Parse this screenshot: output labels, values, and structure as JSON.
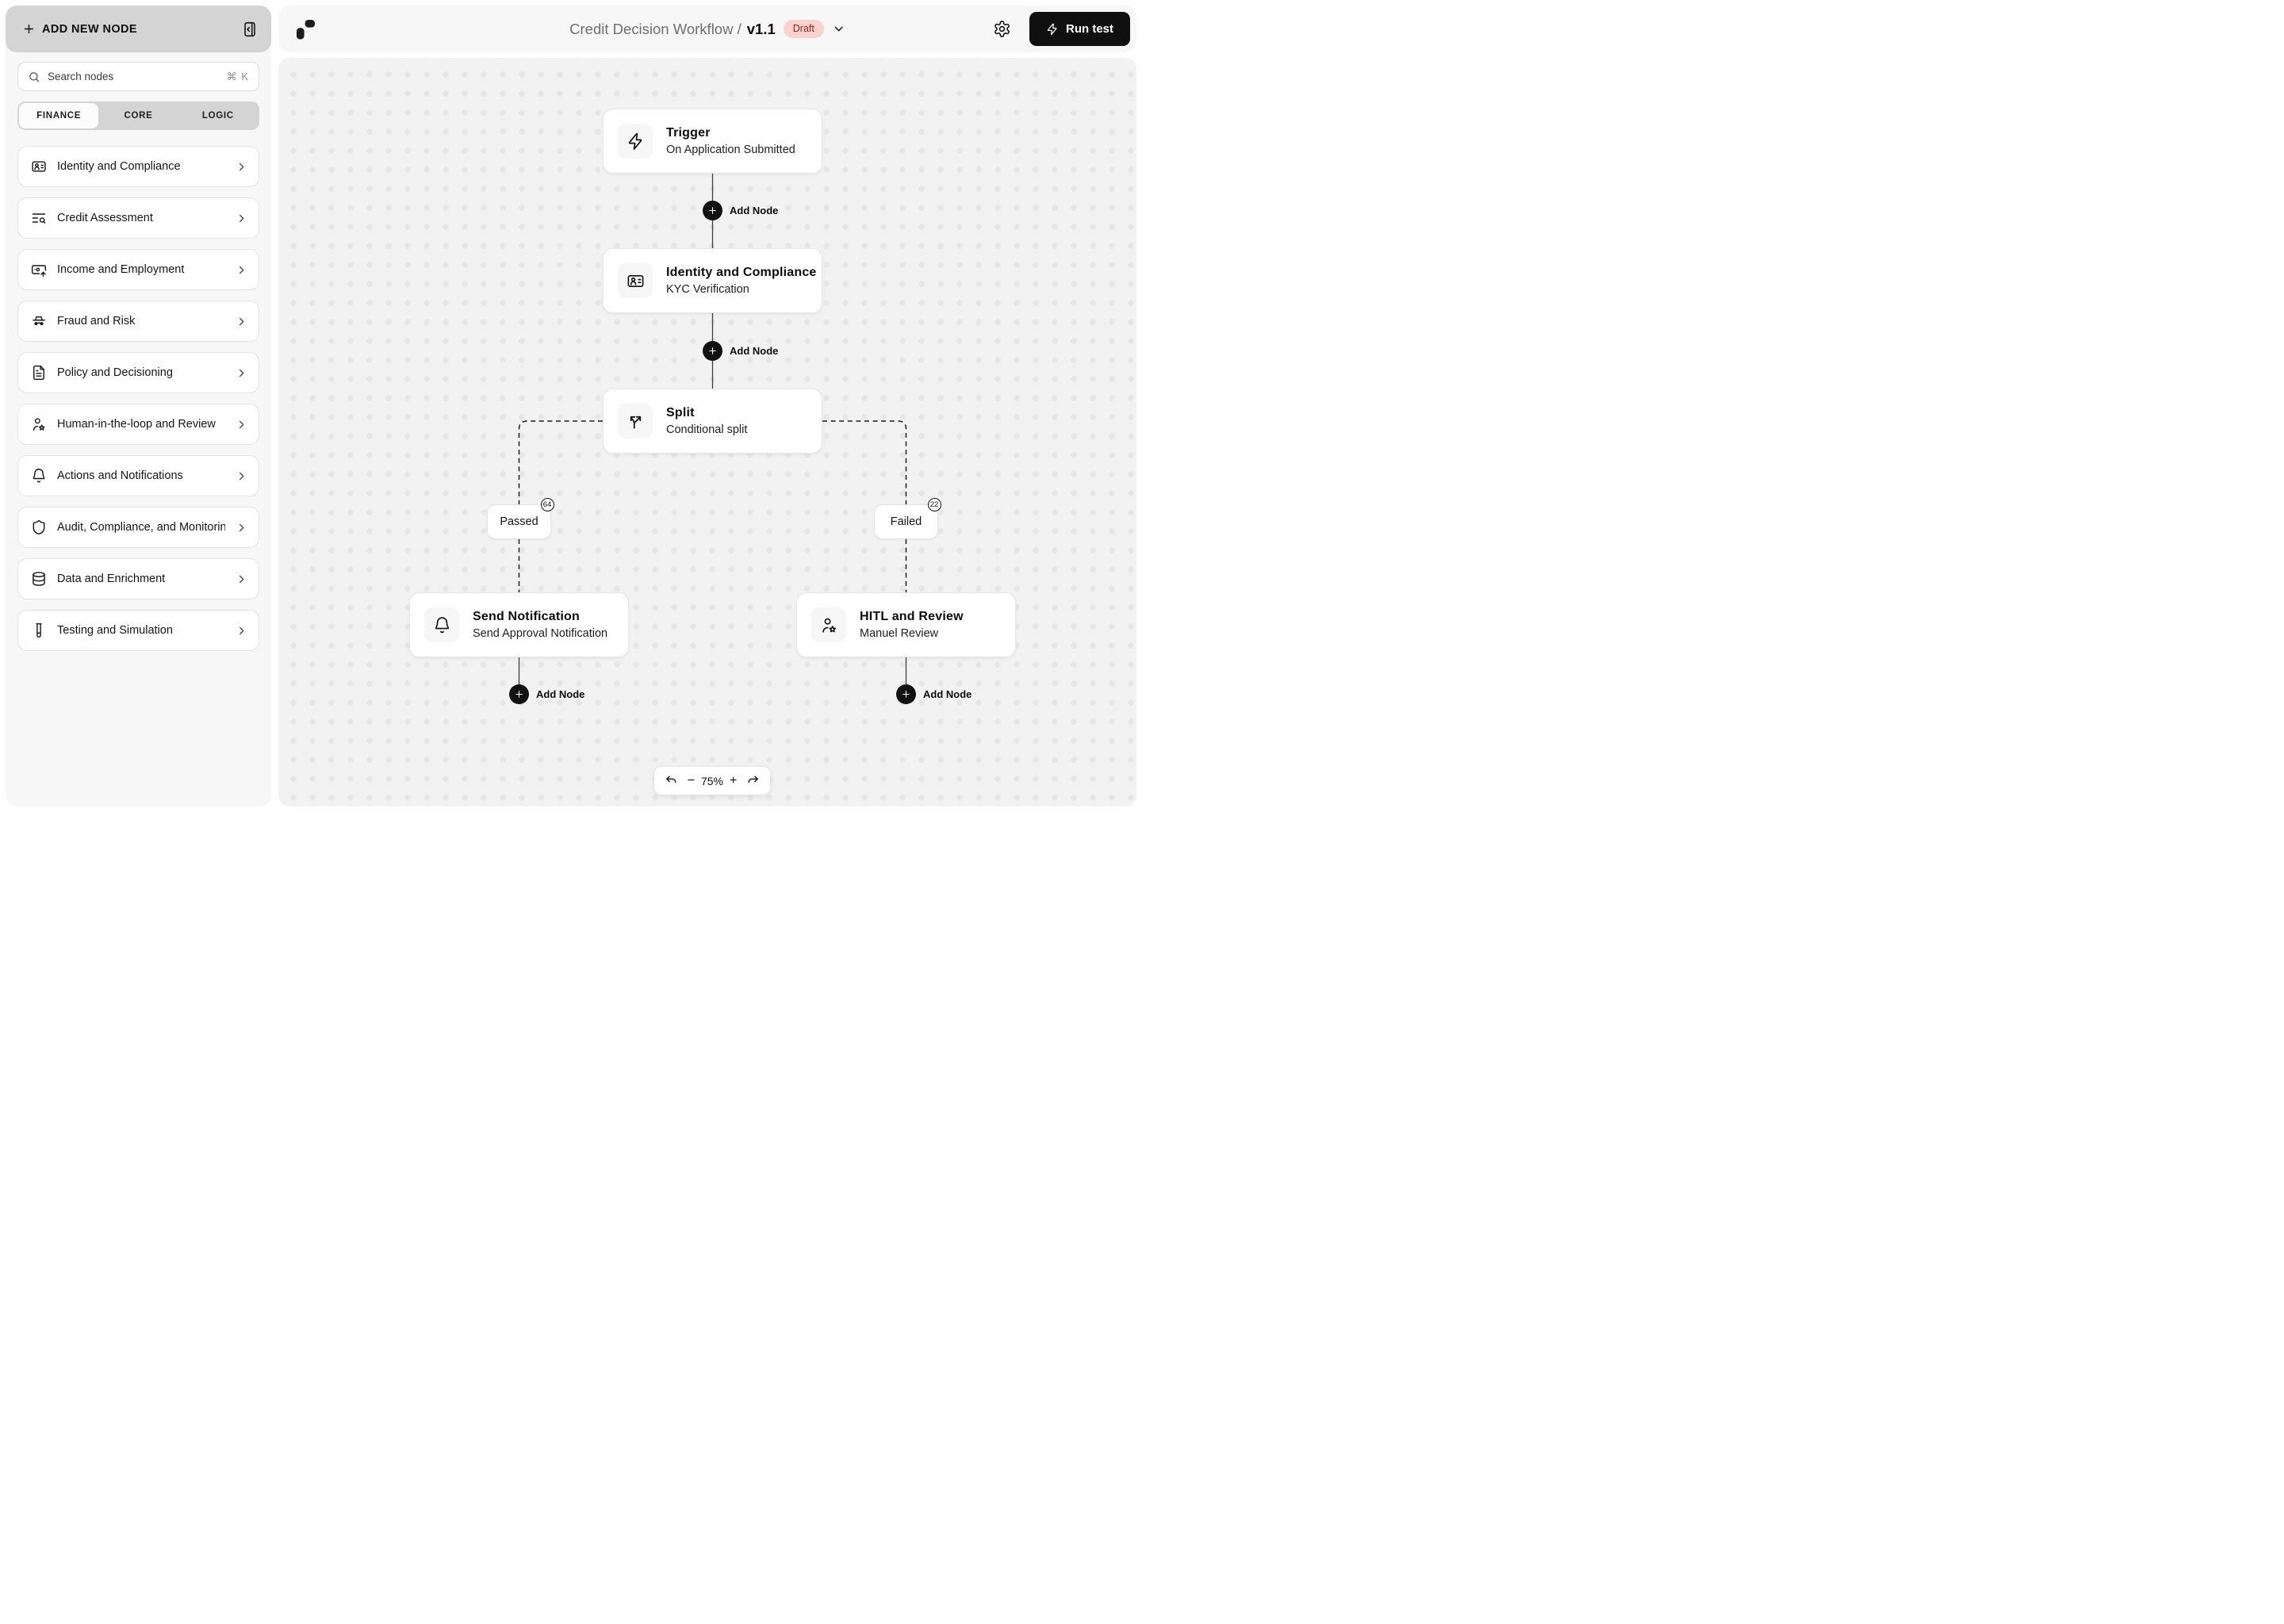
{
  "header": {
    "title_prefix": "Credit Decision Workflow /",
    "version": "v1.1",
    "status": "Draft",
    "run_test": "Run test"
  },
  "sidebar": {
    "title": "ADD NEW NODE",
    "search_placeholder": "Search nodes",
    "search_shortcut": "⌘ K",
    "tabs": [
      {
        "label": "FINANCE",
        "active": true
      },
      {
        "label": "CORE",
        "active": false
      },
      {
        "label": "LOGIC",
        "active": false
      }
    ],
    "items": [
      {
        "label": "Identity and Compliance",
        "icon": "id-card-icon"
      },
      {
        "label": "Credit Assessment",
        "icon": "text-search-icon"
      },
      {
        "label": "Income and Employment",
        "icon": "banknote-arrow-up-icon"
      },
      {
        "label": "Fraud and Risk",
        "icon": "incognito-icon"
      },
      {
        "label": "Policy and Decisioning",
        "icon": "file-text-icon"
      },
      {
        "label": "Human-in-the-loop and Review",
        "icon": "user-star-icon"
      },
      {
        "label": "Actions and Notifications",
        "icon": "bell-icon"
      },
      {
        "label": "Audit, Compliance, and Monitoring",
        "icon": "shield-icon"
      },
      {
        "label": "Data and Enrichment",
        "icon": "database-icon"
      },
      {
        "label": "Testing and Simulation",
        "icon": "test-tube-icon"
      }
    ]
  },
  "canvas": {
    "add_node_label": "Add Node",
    "nodes": {
      "trigger": {
        "title": "Trigger",
        "subtitle": "On Application Submitted",
        "icon": "zap-icon"
      },
      "identity": {
        "title": "Identity and Compliance",
        "subtitle": "KYC Verification",
        "icon": "id-card-icon"
      },
      "split": {
        "title": "Split",
        "subtitle": "Conditional split",
        "icon": "split-icon"
      },
      "send_notification": {
        "title": "Send Notification",
        "subtitle": "Send Approval Notification",
        "icon": "bell-icon"
      },
      "hitl": {
        "title": "HITL and Review",
        "subtitle": "Manuel Review",
        "icon": "user-star-icon"
      }
    },
    "branches": {
      "passed": {
        "label": "Passed",
        "count": "64"
      },
      "failed": {
        "label": "Failed",
        "count": "22"
      }
    },
    "zoom": {
      "out": "−",
      "level": "75%",
      "in": "+"
    }
  },
  "colors": {
    "panel_gray": "#d4d4d4",
    "sidebar_bg": "#f7f7f7",
    "canvas_bg": "#f2f2f2",
    "dot": "#e7e7e7",
    "draft_bg": "#f9d2d0",
    "draft_text": "#9a1f15",
    "accent_black": "#101010"
  }
}
